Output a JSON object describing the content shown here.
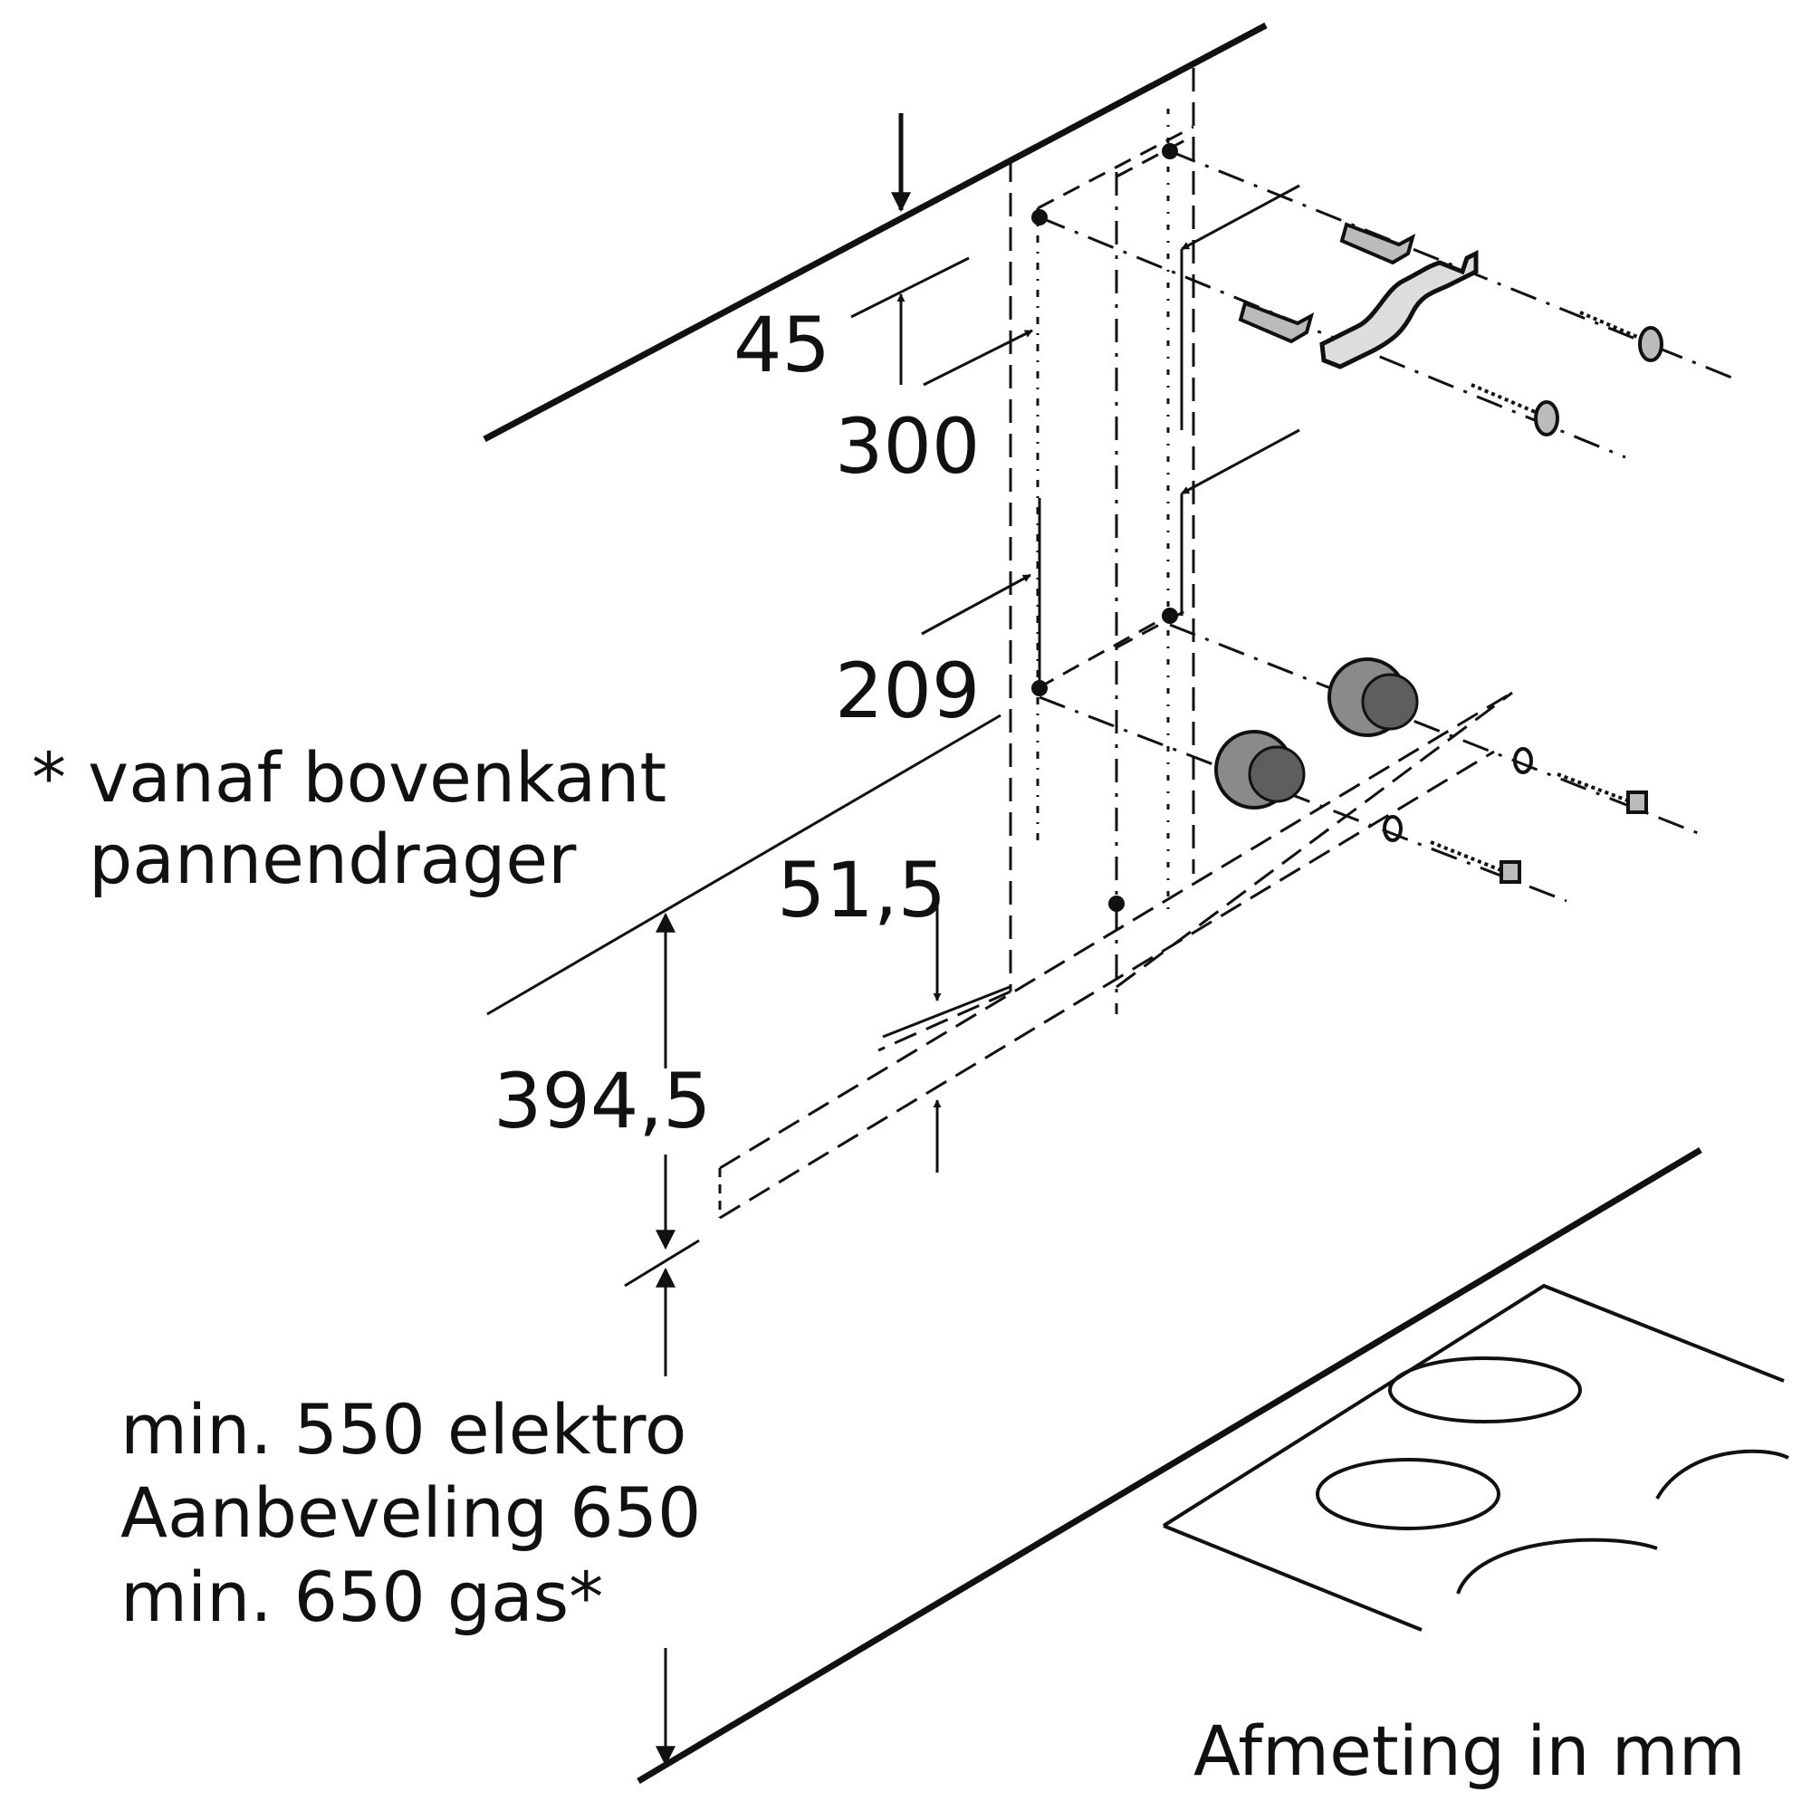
{
  "dimensions": {
    "d45": "45",
    "d300": "300",
    "d209": "209",
    "d51_5": "51,5",
    "d394_5": "394,5"
  },
  "notes": {
    "top_edge_line1": "* vanaf bovenkant",
    "top_edge_line2": "pannendrager",
    "clearance_line1": "min. 550 elektro",
    "clearance_line2": "Aanbeveling 650",
    "clearance_line3": "min. 650 gas*",
    "units": "Afmeting in mm"
  },
  "colors": {
    "ink": "#111111",
    "background": "#ffffff",
    "part_fill": "#8a8a8a"
  },
  "icons": {
    "wall_plug": "wall-plug-icon",
    "screw": "screw-icon",
    "bracket": "mounting-bracket-icon",
    "damper": "wall-damper-icon",
    "washer": "washer-icon",
    "hob": "hob-icon"
  }
}
